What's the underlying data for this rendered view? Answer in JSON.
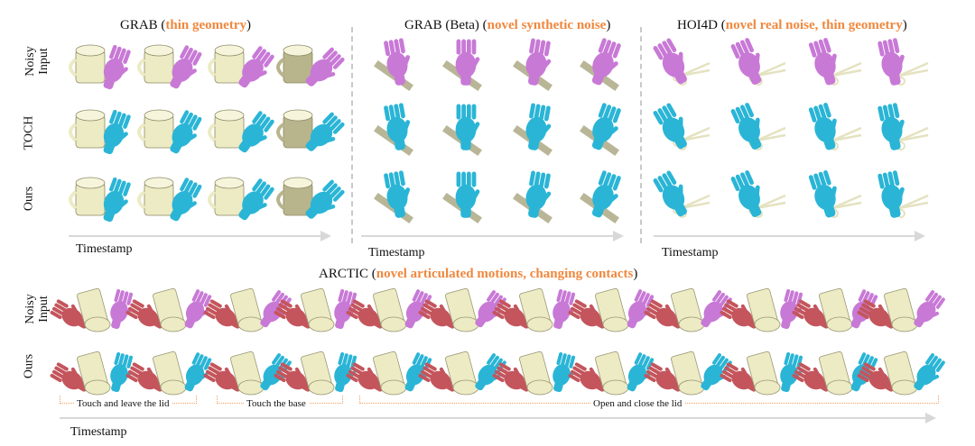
{
  "sections": {
    "grab": {
      "title": "GRAB (",
      "highlight": "thin geometry",
      "suffix": ")"
    },
    "grab_beta": {
      "title": "GRAB (Beta) (",
      "highlight": "novel synthetic noise",
      "suffix": ")"
    },
    "hoi4d": {
      "title": "HOI4D (",
      "highlight": "novel real noise, thin geometry",
      "suffix": ")"
    },
    "arctic": {
      "title": "ARCTIC (",
      "highlight": "novel articulated motions, changing contacts",
      "suffix": ")"
    }
  },
  "row_labels": {
    "noisy_input": "Noisy Input",
    "toch": "TOCH",
    "ours": "Ours"
  },
  "timestamp_label": "Timestamp",
  "arctic_segments": [
    "Touch and leave the lid",
    "Touch the base",
    "Open and close the lid"
  ],
  "colors": {
    "noisy_hand": "#c879d6",
    "toch_hand": "#2ab5d6",
    "ours_hand": "#2ab5d6",
    "left_hand": "#c4555c",
    "object": "#ecebc4",
    "object_dark": "#b8b48c",
    "highlight": "#f0883e"
  }
}
